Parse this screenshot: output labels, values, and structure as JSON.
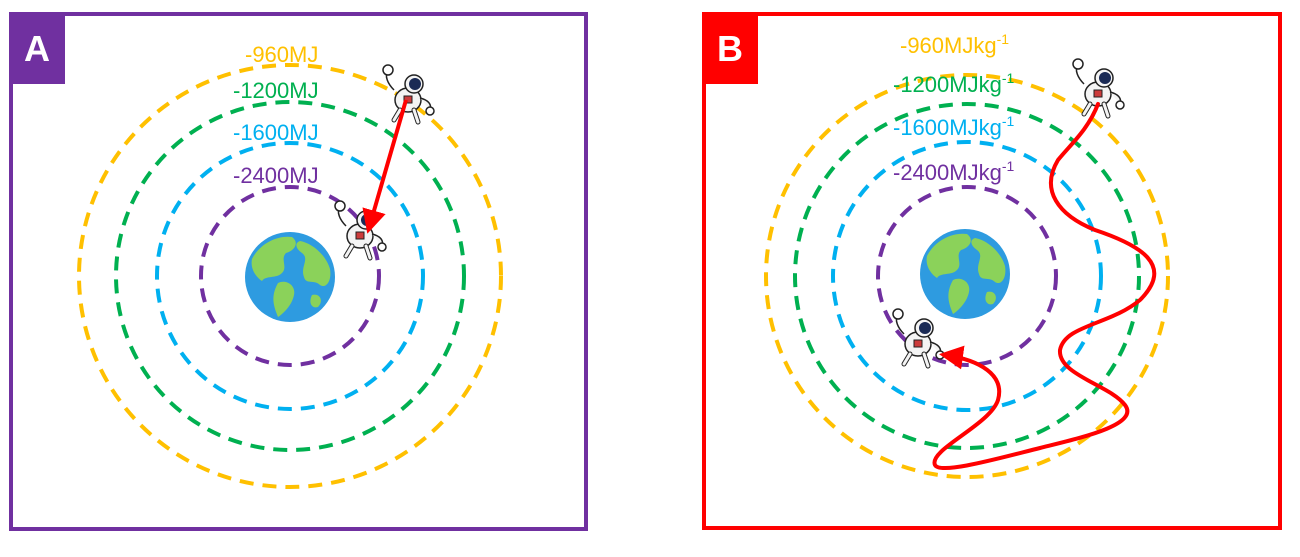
{
  "colors": {
    "panel_a": "#7030A0",
    "panel_b": "#FF0000",
    "orbit_960": "#FFC000",
    "orbit_1200": "#00B050",
    "orbit_1600": "#00B0F0",
    "orbit_2400": "#7030A0",
    "path": "#FF0000",
    "ocean": "#2E9BE0",
    "land": "#8BD25A"
  },
  "panel_a": {
    "tag": "A",
    "labels": {
      "l960": "-960MJ",
      "l1200": "-1200MJ",
      "l1600": "-1600MJ",
      "l2400": "-2400MJ"
    }
  },
  "panel_b": {
    "tag": "B",
    "labels": {
      "l960": "-960MJkg",
      "l1200": "-1200MJkg",
      "l1600": "-1600MJkg",
      "l2400": "-2400MJkg"
    },
    "unit_exponent": "-1"
  },
  "icons": {
    "earth": "earth-icon",
    "astronaut": "astronaut-icon"
  }
}
